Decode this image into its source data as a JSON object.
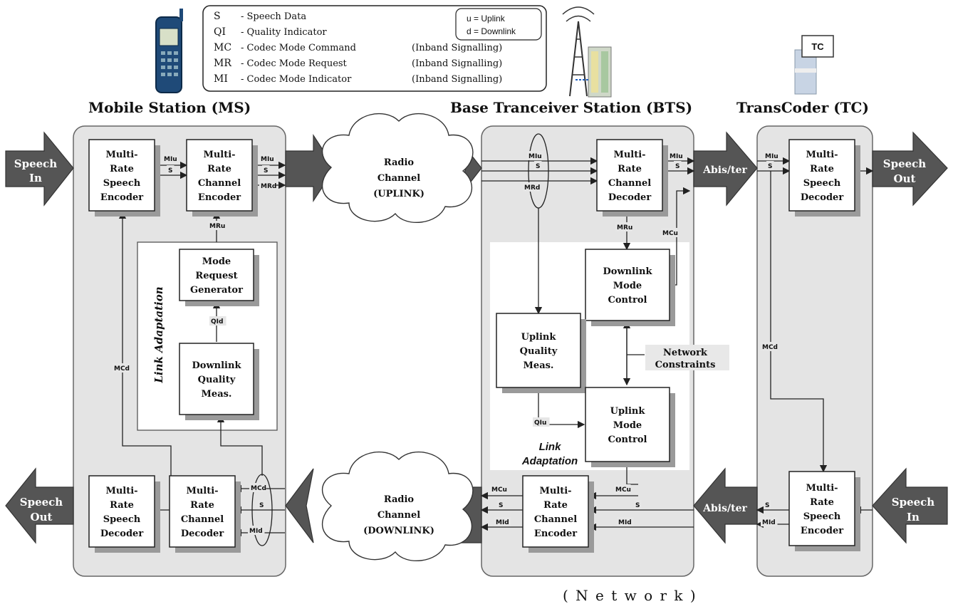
{
  "legend": {
    "rows": [
      {
        "abbr": "S",
        "desc": "- Speech Data",
        "note": ""
      },
      {
        "abbr": "QI",
        "desc": "- Quality Indicator",
        "note": ""
      },
      {
        "abbr": "MC",
        "desc": "- Codec Mode Command",
        "note": "(Inband Signalling)"
      },
      {
        "abbr": "MR",
        "desc": "- Codec Mode Request",
        "note": "(Inband Signalling)"
      },
      {
        "abbr": "MI",
        "desc": "- Codec Mode Indicator",
        "note": "(Inband Signalling)"
      }
    ],
    "uplink": "u = Uplink",
    "downlink": "d = Downlink"
  },
  "sections": {
    "ms": "Mobile Station (MS)",
    "bts": "Base Tranceiver Station (BTS)",
    "tc": "TransCoder (TC)",
    "tc_icon": "TC",
    "network": "( N e t w o r k )"
  },
  "arrows": {
    "speech_in": "Speech In",
    "speech_out": "Speech Out",
    "abis": "Abis/ter"
  },
  "clouds": {
    "uplink": [
      "Radio",
      "Channel",
      "(UPLINK)"
    ],
    "downlink": [
      "Radio",
      "Channel",
      "(DOWNLINK)"
    ]
  },
  "blocks": {
    "ms_speech_encoder": [
      "Multi-",
      "Rate",
      "Speech",
      "Encoder"
    ],
    "ms_channel_encoder": [
      "Multi-",
      "Rate",
      "Channel",
      "Encoder"
    ],
    "mode_request_generator": [
      "Mode",
      "Request",
      "Generator"
    ],
    "downlink_quality_meas": [
      "Downlink",
      "Quality",
      "Meas."
    ],
    "ms_speech_decoder": [
      "Multi-",
      "Rate",
      "Speech",
      "Decoder"
    ],
    "ms_channel_decoder": [
      "Multi-",
      "Rate",
      "Channel",
      "Decoder"
    ],
    "bts_channel_decoder": [
      "Multi-",
      "Rate",
      "Channel",
      "Decoder"
    ],
    "downlink_mode_control": [
      "Downlink",
      "Mode",
      "Control"
    ],
    "uplink_quality_meas": [
      "Uplink",
      "Quality",
      "Meas."
    ],
    "uplink_mode_control": [
      "Uplink",
      "Mode",
      "Control"
    ],
    "bts_channel_encoder": [
      "Multi-",
      "Rate",
      "Channel",
      "Encoder"
    ],
    "tc_speech_decoder": [
      "Multi-",
      "Rate",
      "Speech",
      "Decoder"
    ],
    "tc_speech_encoder": [
      "Multi-",
      "Rate",
      "Speech",
      "Encoder"
    ]
  },
  "labels": {
    "link_adaptation_ms": "Link Adaptation",
    "link_adaptation_bts": [
      "Link",
      "Adaptation"
    ],
    "network_constraints": [
      "Network",
      "Constraints"
    ]
  },
  "signals": {
    "mi_u": "MIu",
    "s": "S",
    "mr_d": "MRd",
    "mc_d": "MCd",
    "mr_u": "MRu",
    "qi_d": "QId",
    "qi_u": "QIu",
    "mc_u": "MCu",
    "mi_d": "MId"
  }
}
